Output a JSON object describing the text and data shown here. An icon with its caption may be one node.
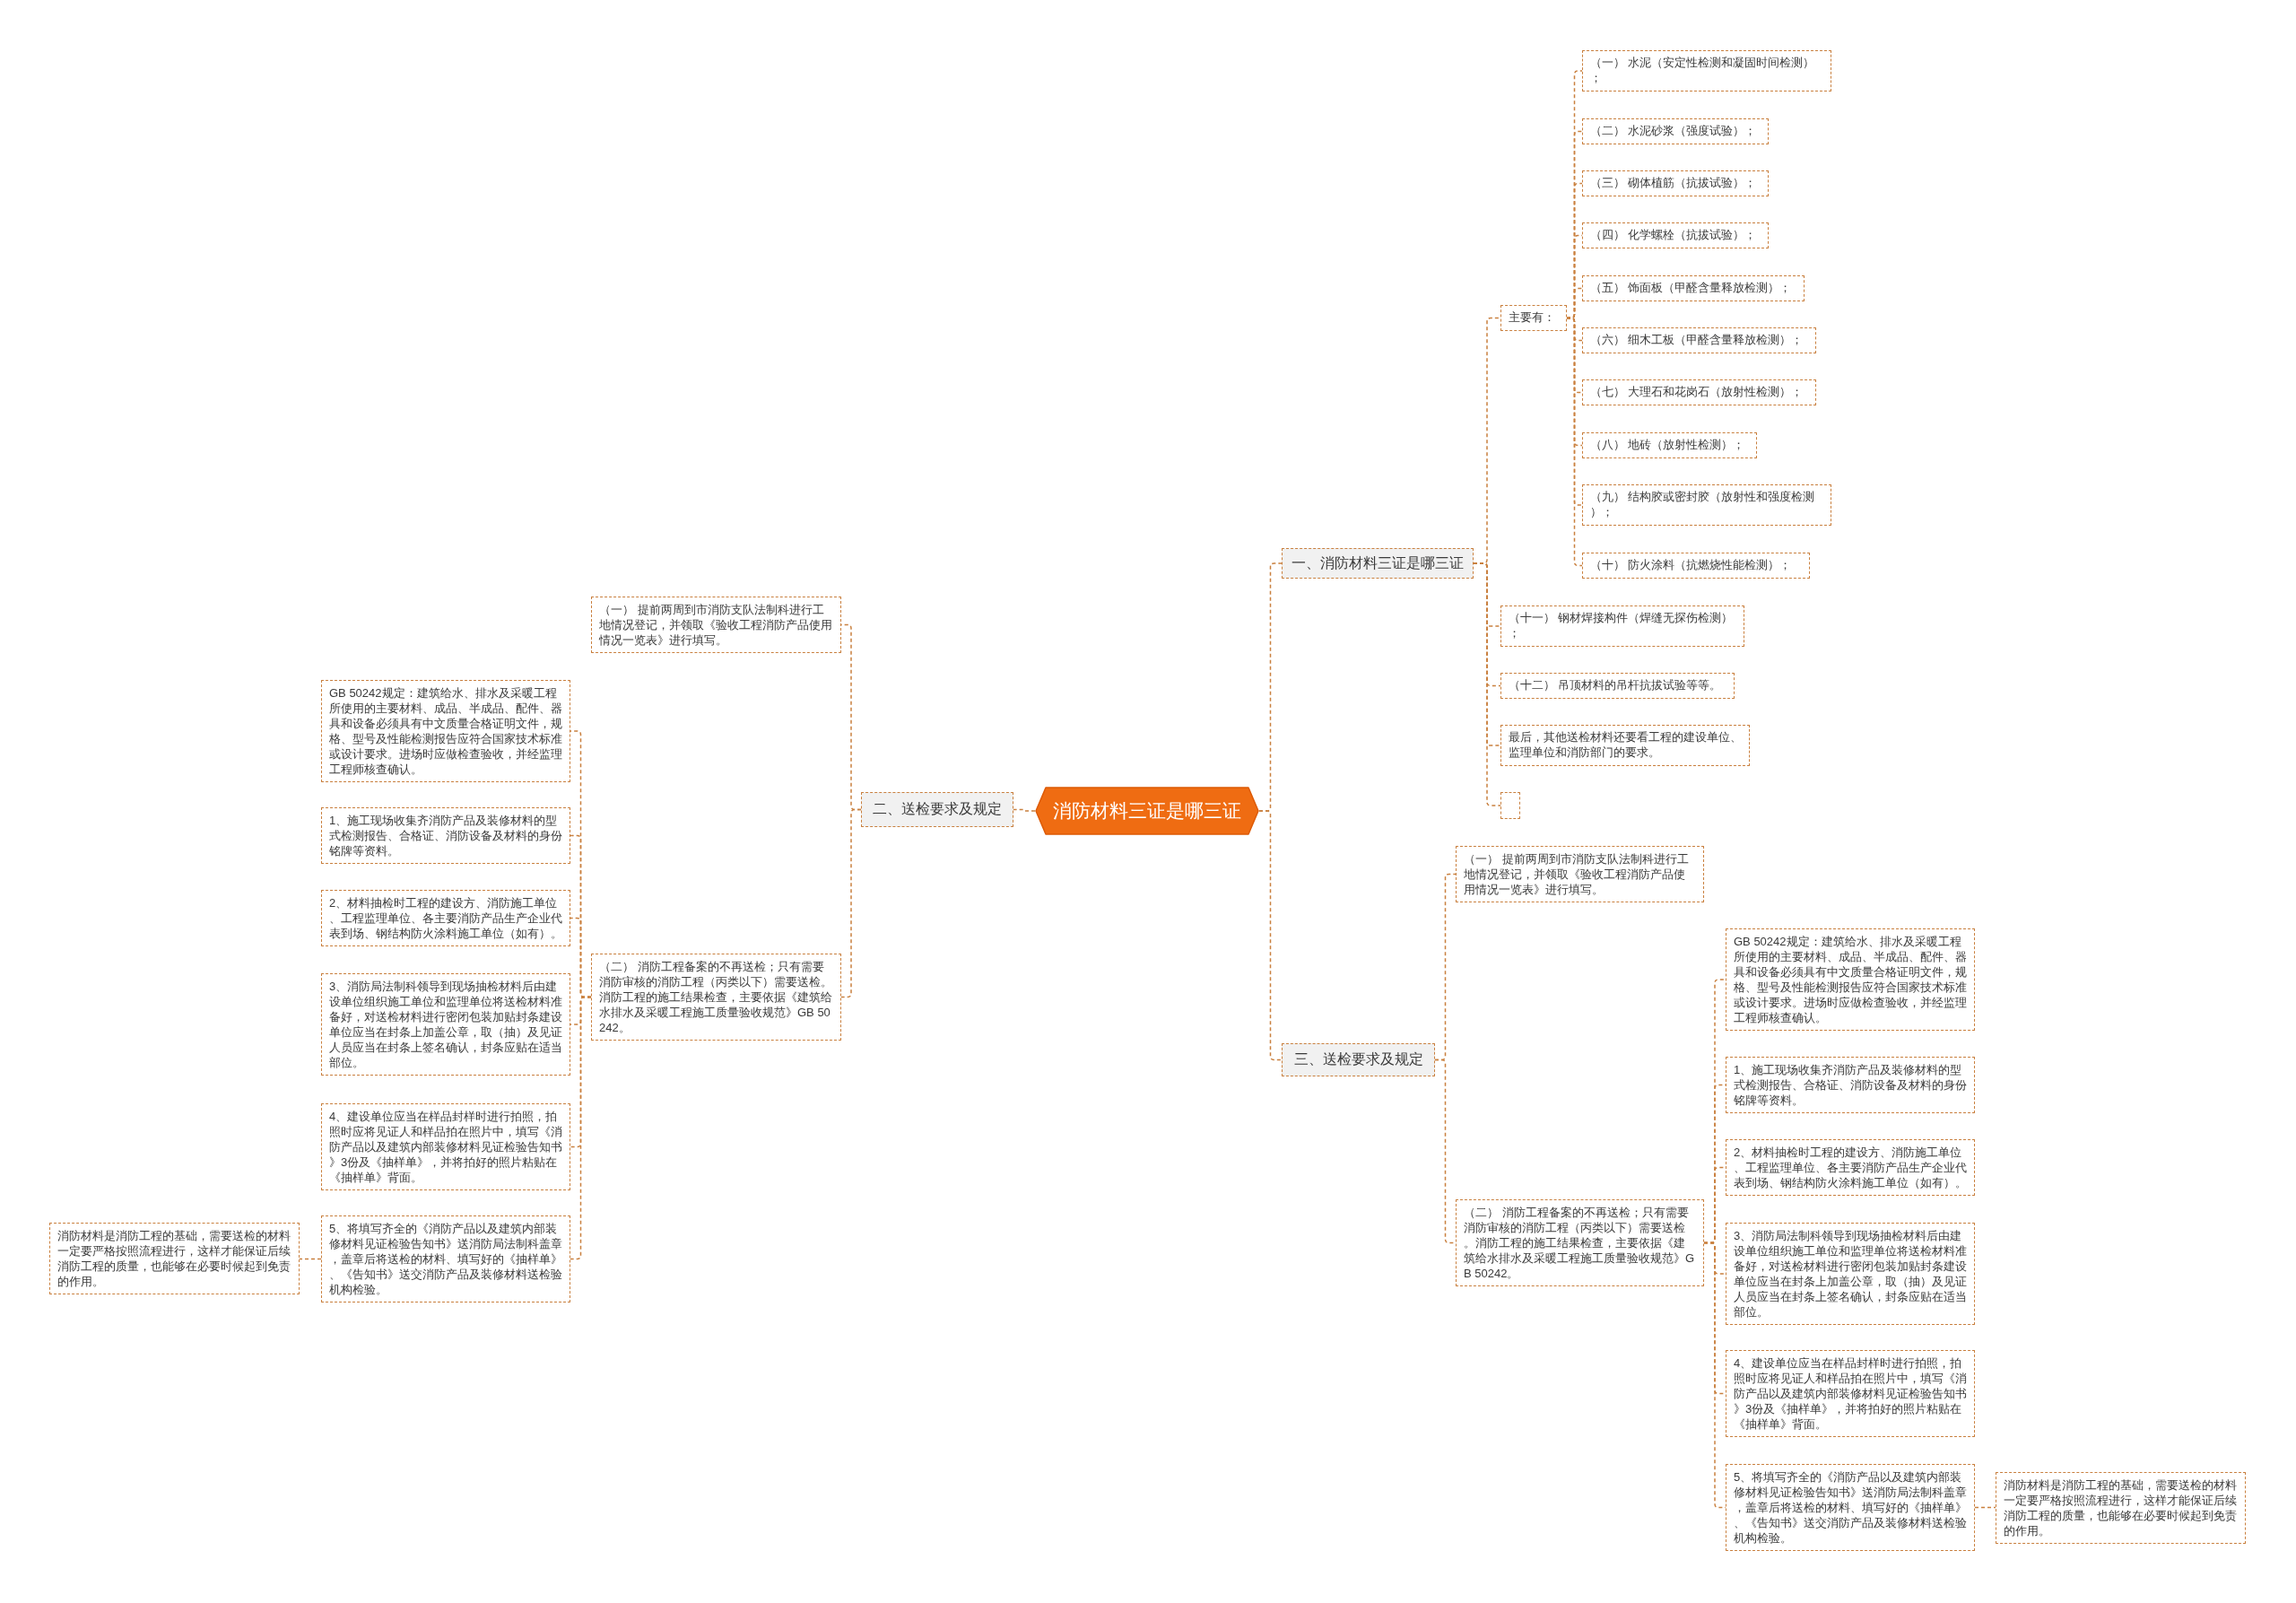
{
  "diagram": {
    "nodes": [
      {
        "text": [
          "消防材料三证是哪三证"
        ]
      },
      {
        "text": [
          "一、消防材料三证是哪三证"
        ]
      },
      {
        "text": [
          "主要有："
        ]
      },
      {
        "text": [
          "（一） 水泥（安定性检测和凝固时间检测）；"
        ]
      },
      {
        "text": [
          "（二） 水泥砂浆（强度试验）；"
        ]
      },
      {
        "text": [
          "（三） 砌体植筋（抗拔试验）；"
        ]
      },
      {
        "text": [
          "（四） 化学螺栓（抗拔试验）；"
        ]
      },
      {
        "text": [
          "（五） 饰面板（甲醛含量释放检测）；"
        ]
      },
      {
        "text": [
          "（六） 细木工板（甲醛含量释放检测）；"
        ]
      },
      {
        "text": [
          "（七） 大理石和花岗石（放射性检测）；"
        ]
      },
      {
        "text": [
          "（八） 地砖（放射性检测）；"
        ]
      },
      {
        "text": [
          "（九） 结构胶或密封胶（放射性和强度检测）；"
        ]
      },
      {
        "text": [
          "（十） 防火涂料（抗燃烧性能检测）；"
        ]
      },
      {
        "text": [
          "（十一） 钢材焊接构件（焊缝无探伤检测）；"
        ]
      },
      {
        "text": [
          "（十二） 吊顶材料的吊杆抗拔试验等等。"
        ]
      },
      {
        "text": [
          "最后，其他送检材料还要看工程的建设单位、监理单位和消防部门的要求。"
        ]
      },
      {
        "text": [],
        "shape": "box"
      },
      {
        "text": [
          "三、送检要求及规定"
        ]
      },
      {
        "text": [
          "（一） 提前两周到市消防支队法制科进行工地情况登记，并领取《验收工程消防产品使用情况一览表》进行填写。"
        ]
      },
      {
        "text": [
          "（二） 消防工程备案的不再送检；只有需要消防审核的消防工程（丙类以下）需要送检。消防工程的施工结果检查，主要依据《建筑给水排水及采暖工程施工质量验收规范》GB 50242。"
        ]
      },
      {
        "text": [
          "GB 50242规定：建筑给水、排水及采暖工程所使用的主要材料、成品、半成品、配件、器具和设备必须具有中文质量合格证明文件，规格、型号及性能检测报告应符合国家技术标准或设计要求。进场时应做检查验收，并经监理工程师核查确认。"
        ]
      },
      {
        "text": [
          "1、施工现场收集齐消防产品及装修材料的型式检测报告、合格证、消防设备及材料的身份铭牌等资料。"
        ]
      },
      {
        "text": [
          "2、材料抽检时工程的建设方、消防施工单位、工程监理单位、各主要消防产品生产企业代表到场、钢结构防火涂料施工单位（如有）。"
        ]
      },
      {
        "text": [
          "3、消防局法制科领导到现场抽检材料后由建设单位组织施工单位和监理单位将送检材料准备好，对送检材料进行密闭包装加贴封条建设单位应当在封条上加盖公章，取（抽）及见证人员应当在封条上签名确认，封条应贴在适当部位。"
        ]
      },
      {
        "text": [
          "4、建设单位应当在样品封样时进行拍照，拍照时应将见证人和样品拍在照片中，填写《消防产品以及建筑内部装修材料见证检验告知书》3份及《抽样单》，并将拍好的照片粘贴在《抽样单》背面。"
        ]
      },
      {
        "text": [
          "5、将填写齐全的《消防产品以及建筑内部装修材料见证检验告知书》送消防局法制科盖章，盖章后将送检的材料、填写好的《抽样单》、《告知书》送交消防产品及装修材料送检验机构检验。"
        ]
      },
      {
        "text": [
          "消防材料是消防工程的基础，需要送检的材料一定要严格按照流程进行，这样才能保证后续消防工程的质量，也能够在必要时候起到免责的作用。"
        ]
      },
      {
        "text": [
          "二、送检要求及规定"
        ]
      },
      {
        "text": [
          "（一） 提前两周到市消防支队法制科进行工地情况登记，并领取《验收工程消防产品使用情况一览表》进行填写。"
        ]
      },
      {
        "text": [
          "（二） 消防工程备案的不再送检；只有需要消防审核的消防工程（丙类以下）需要送检。消防工程的施工结果检查，主要依据《建筑给水排水及采暖工程施工质量验收规范》GB 50242。"
        ]
      },
      {
        "text": [
          "GB 50242规定：建筑给水、排水及采暖工程所使用的主要材料、成品、半成品、配件、器具和设备必须具有中文质量合格证明文件，规格、型号及性能检测报告应符合国家技术标准或设计要求。进场时应做检查验收，并经监理工程师核查确认。"
        ]
      },
      {
        "text": [
          "1、施工现场收集齐消防产品及装修材料的型式检测报告、合格证、消防设备及材料的身份铭牌等资料。"
        ]
      },
      {
        "text": [
          "2、材料抽检时工程的建设方、消防施工单位、工程监理单位、各主要消防产品生产企业代表到场、钢结构防火涂料施工单位（如有）。"
        ]
      },
      {
        "text": [
          "3、消防局法制科领导到现场抽检材料后由建设单位组织施工单位和监理单位将送检材料准备好，对送检材料进行密闭包装加贴封条建设单位应当在封条上加盖公章，取（抽）及见证人员应当在封条上签名确认，封条应贴在适当部位。"
        ]
      },
      {
        "text": [
          "4、建设单位应当在样品封样时进行拍照，拍照时应将见证人和样品拍在照片中，填写《消防产品以及建筑内部装修材料见证检验告知书》3份及《抽样单》，并将拍好的照片粘贴在《抽样单》背面。"
        ]
      },
      {
        "text": [
          "5、将填写齐全的《消防产品以及建筑内部装修材料见证检验告知书》送消防局法制科盖章，盖章后将送检的材料、填写好的《抽样单》、《告知书》送交消防产品及装修材料送检验机构检验。"
        ]
      },
      {
        "text": [
          "消防材料是消防工程的基础，需要送检的材料一定要严格按照流程进行，这样才能保证后续消防工程的质量，也能够在必要时候起到免责的作用。"
        ]
      }
    ],
    "edges": [
      {
        "from": 0,
        "to": 1,
        "arrow": "none",
        "style": "dashed"
      },
      {
        "from": 1,
        "to": 2,
        "arrow": "none",
        "style": "dashed"
      },
      {
        "from": 2,
        "to": 3,
        "arrow": "none",
        "style": "dashed"
      },
      {
        "from": 2,
        "to": 4,
        "arrow": "none",
        "style": "dashed"
      },
      {
        "from": 2,
        "to": 5,
        "arrow": "none",
        "style": "dashed"
      },
      {
        "from": 2,
        "to": 6,
        "arrow": "none",
        "style": "dashed"
      },
      {
        "from": 2,
        "to": 7,
        "arrow": "none",
        "style": "dashed"
      },
      {
        "from": 2,
        "to": 8,
        "arrow": "none",
        "style": "dashed"
      },
      {
        "from": 2,
        "to": 9,
        "arrow": "none",
        "style": "dashed"
      },
      {
        "from": 2,
        "to": 10,
        "arrow": "none",
        "style": "dashed"
      },
      {
        "from": 2,
        "to": 11,
        "arrow": "none",
        "style": "dashed"
      },
      {
        "from": 2,
        "to": 12,
        "arrow": "none",
        "style": "dashed"
      },
      {
        "from": 1,
        "to": 13,
        "arrow": "none",
        "style": "dashed"
      },
      {
        "from": 1,
        "to": 14,
        "arrow": "none",
        "style": "dashed"
      },
      {
        "from": 1,
        "to": 15,
        "arrow": "none",
        "style": "dashed"
      },
      {
        "from": 1,
        "to": 16,
        "arrow": "none",
        "style": "dashed"
      },
      {
        "from": 0,
        "to": 17,
        "arrow": "none",
        "style": "dashed"
      },
      {
        "from": 17,
        "to": 18,
        "arrow": "none",
        "style": "dashed"
      },
      {
        "from": 17,
        "to": 19,
        "arrow": "none",
        "style": "dashed"
      },
      {
        "from": 19,
        "to": 20,
        "arrow": "none",
        "style": "dashed"
      },
      {
        "from": 19,
        "to": 21,
        "arrow": "none",
        "style": "dashed"
      },
      {
        "from": 19,
        "to": 22,
        "arrow": "none",
        "style": "dashed"
      },
      {
        "from": 19,
        "to": 23,
        "arrow": "none",
        "style": "dashed"
      },
      {
        "from": 19,
        "to": 24,
        "arrow": "none",
        "style": "dashed"
      },
      {
        "from": 19,
        "to": 25,
        "arrow": "none",
        "style": "dashed"
      },
      {
        "from": 25,
        "to": 26,
        "arrow": "none",
        "style": "dashed"
      },
      {
        "from": 0,
        "to": 27,
        "arrow": "none",
        "style": "dashed"
      },
      {
        "from": 27,
        "to": 28,
        "arrow": "none",
        "style": "dashed"
      },
      {
        "from": 27,
        "to": 29,
        "arrow": "none",
        "style": "dashed"
      },
      {
        "from": 29,
        "to": 30,
        "arrow": "none",
        "style": "dashed"
      },
      {
        "from": 29,
        "to": 31,
        "arrow": "none",
        "style": "dashed"
      },
      {
        "from": 29,
        "to": 32,
        "arrow": "none",
        "style": "dashed"
      },
      {
        "from": 29,
        "to": 33,
        "arrow": "none",
        "style": "dashed"
      },
      {
        "from": 29,
        "to": 34,
        "arrow": "none",
        "style": "dashed"
      },
      {
        "from": 29,
        "to": 35,
        "arrow": "none",
        "style": "dashed"
      },
      {
        "from": 35,
        "to": 36,
        "arrow": "none",
        "style": "dashed"
      }
    ]
  }
}
